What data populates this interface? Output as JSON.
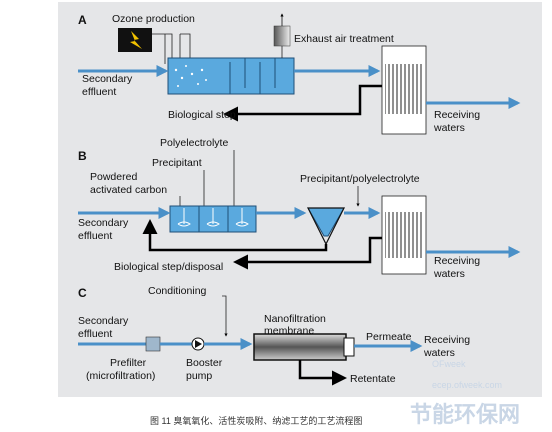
{
  "sections": {
    "a": {
      "letter": "A",
      "ozone_production": "Ozone production",
      "exhaust_air_treatment": "Exhaust air treatment",
      "secondary_effluent_1": "Secondary",
      "secondary_effluent_2": "effluent",
      "biological_step": "Biological step",
      "receiving_waters_1": "Receiving",
      "receiving_waters_2": "waters"
    },
    "b": {
      "letter": "B",
      "polyelectrolyte": "Polyelectrolyte",
      "precipitant": "Precipitant",
      "powdered_1": "Powdered",
      "powdered_2": "activated carbon",
      "precipitant_polyelectrolyte": "Precipitant/polyelectrolyte",
      "secondary_effluent_1": "Secondary",
      "secondary_effluent_2": "effluent",
      "biological_step_disposal": "Biological step/disposal",
      "receiving_waters_1": "Receiving",
      "receiving_waters_2": "waters"
    },
    "c": {
      "letter": "C",
      "conditioning": "Conditioning",
      "secondary_effluent_1": "Secondary",
      "secondary_effluent_2": "effluent",
      "nanofiltration_1": "Nanofiltration",
      "nanofiltration_2": "membrane",
      "permeate": "Permeate",
      "receiving_waters_1": "Receiving",
      "receiving_waters_2": "waters",
      "prefilter_1": "Prefilter",
      "prefilter_2": "(microfiltration)",
      "booster_1": "Booster",
      "booster_2": "pump",
      "retentate": "Retentate"
    }
  },
  "caption": "图 11 臭氧氧化、活性炭吸附、纳滤工艺的工艺流程图",
  "watermark": {
    "logo": "节能环保网",
    "brand": "OFweek",
    "url": "ecep.ofweek.com"
  },
  "colors": {
    "flow": "#4a90c8",
    "return": "#000000",
    "panel": "#e5e6e8"
  }
}
